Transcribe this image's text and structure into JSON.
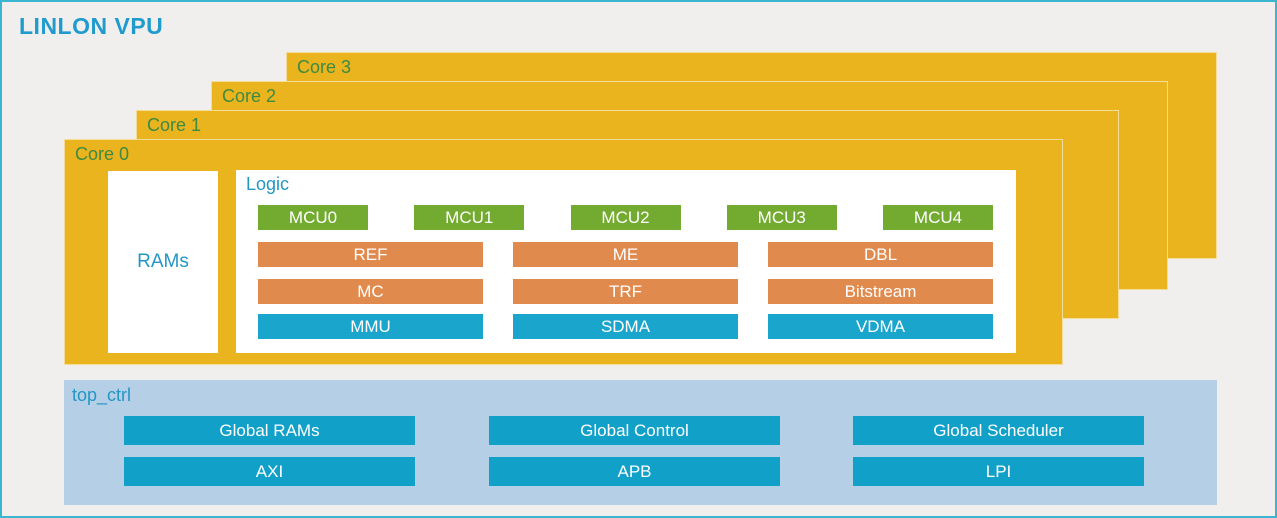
{
  "title": "LINLON VPU",
  "colors": {
    "canvas_border": "#3ab6d0",
    "background": "#f0efed",
    "card_gold": "#e9b41d",
    "core_label_green": "#3e8a42",
    "mcu_green": "#73ab31",
    "orange": "#e18a4e",
    "logic_blue": "#1aa5cd",
    "topctrl_blue": "#11a0c8",
    "topctrl_bg": "#b5cfe6",
    "teal_label": "#2397c4",
    "title_teal": "#1f9bcd"
  },
  "cores": [
    {
      "label": "Core 3"
    },
    {
      "label": "Core 2"
    },
    {
      "label": "Core 1"
    },
    {
      "label": "Core 0"
    }
  ],
  "core0": {
    "rams_label": "RAMs",
    "logic": {
      "label": "Logic",
      "mcu_row": [
        "MCU0",
        "MCU1",
        "MCU2",
        "MCU3",
        "MCU4"
      ],
      "rows": [
        {
          "type": "orange",
          "cells": [
            "REF",
            "ME",
            "DBL"
          ]
        },
        {
          "type": "orange",
          "cells": [
            "MC",
            "TRF",
            "Bitstream"
          ]
        },
        {
          "type": "blue",
          "cells": [
            "MMU",
            "SDMA",
            "VDMA"
          ]
        }
      ]
    }
  },
  "top_ctrl": {
    "label": "top_ctrl",
    "columns": [
      {
        "top": "Global RAMs",
        "bottom": "AXI"
      },
      {
        "top": "Global Control",
        "bottom": "APB"
      },
      {
        "top": "Global Scheduler",
        "bottom": "LPI"
      }
    ]
  }
}
